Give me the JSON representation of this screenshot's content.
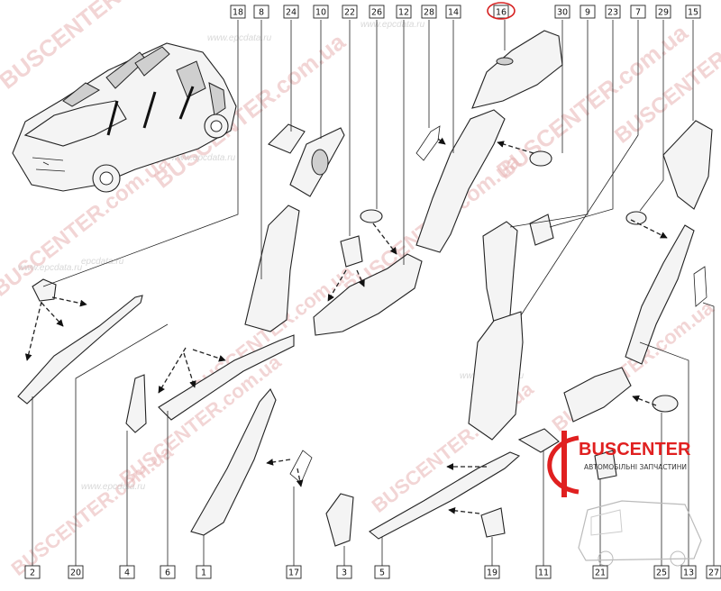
{
  "top_labels": [
    "18",
    "8",
    "24",
    "10",
    "22",
    "26",
    "12",
    "28",
    "14",
    "16",
    "30",
    "9",
    "23",
    "7",
    "29",
    "15"
  ],
  "bottom_labels": [
    "2",
    "20",
    "4",
    "6",
    "1",
    "17",
    "3",
    "5",
    "19",
    "11",
    "21",
    "25",
    "13",
    "27"
  ],
  "highlighted_label": "16",
  "watermarks": {
    "brand": "BUSCENTER",
    "brand_com": "BUSCENTER.com.ua",
    "site": "www.epcdata.ru",
    "site_ru": "epcdata.ru"
  },
  "logo": {
    "name": "BUSCENTER",
    "tagline": "АВТОМОБІЛЬНІ ЗАПЧАСТИНИ"
  },
  "colors": {
    "highlight": "#d62020",
    "watermark": "#e8b4b4",
    "logo_red": "#e02020"
  }
}
